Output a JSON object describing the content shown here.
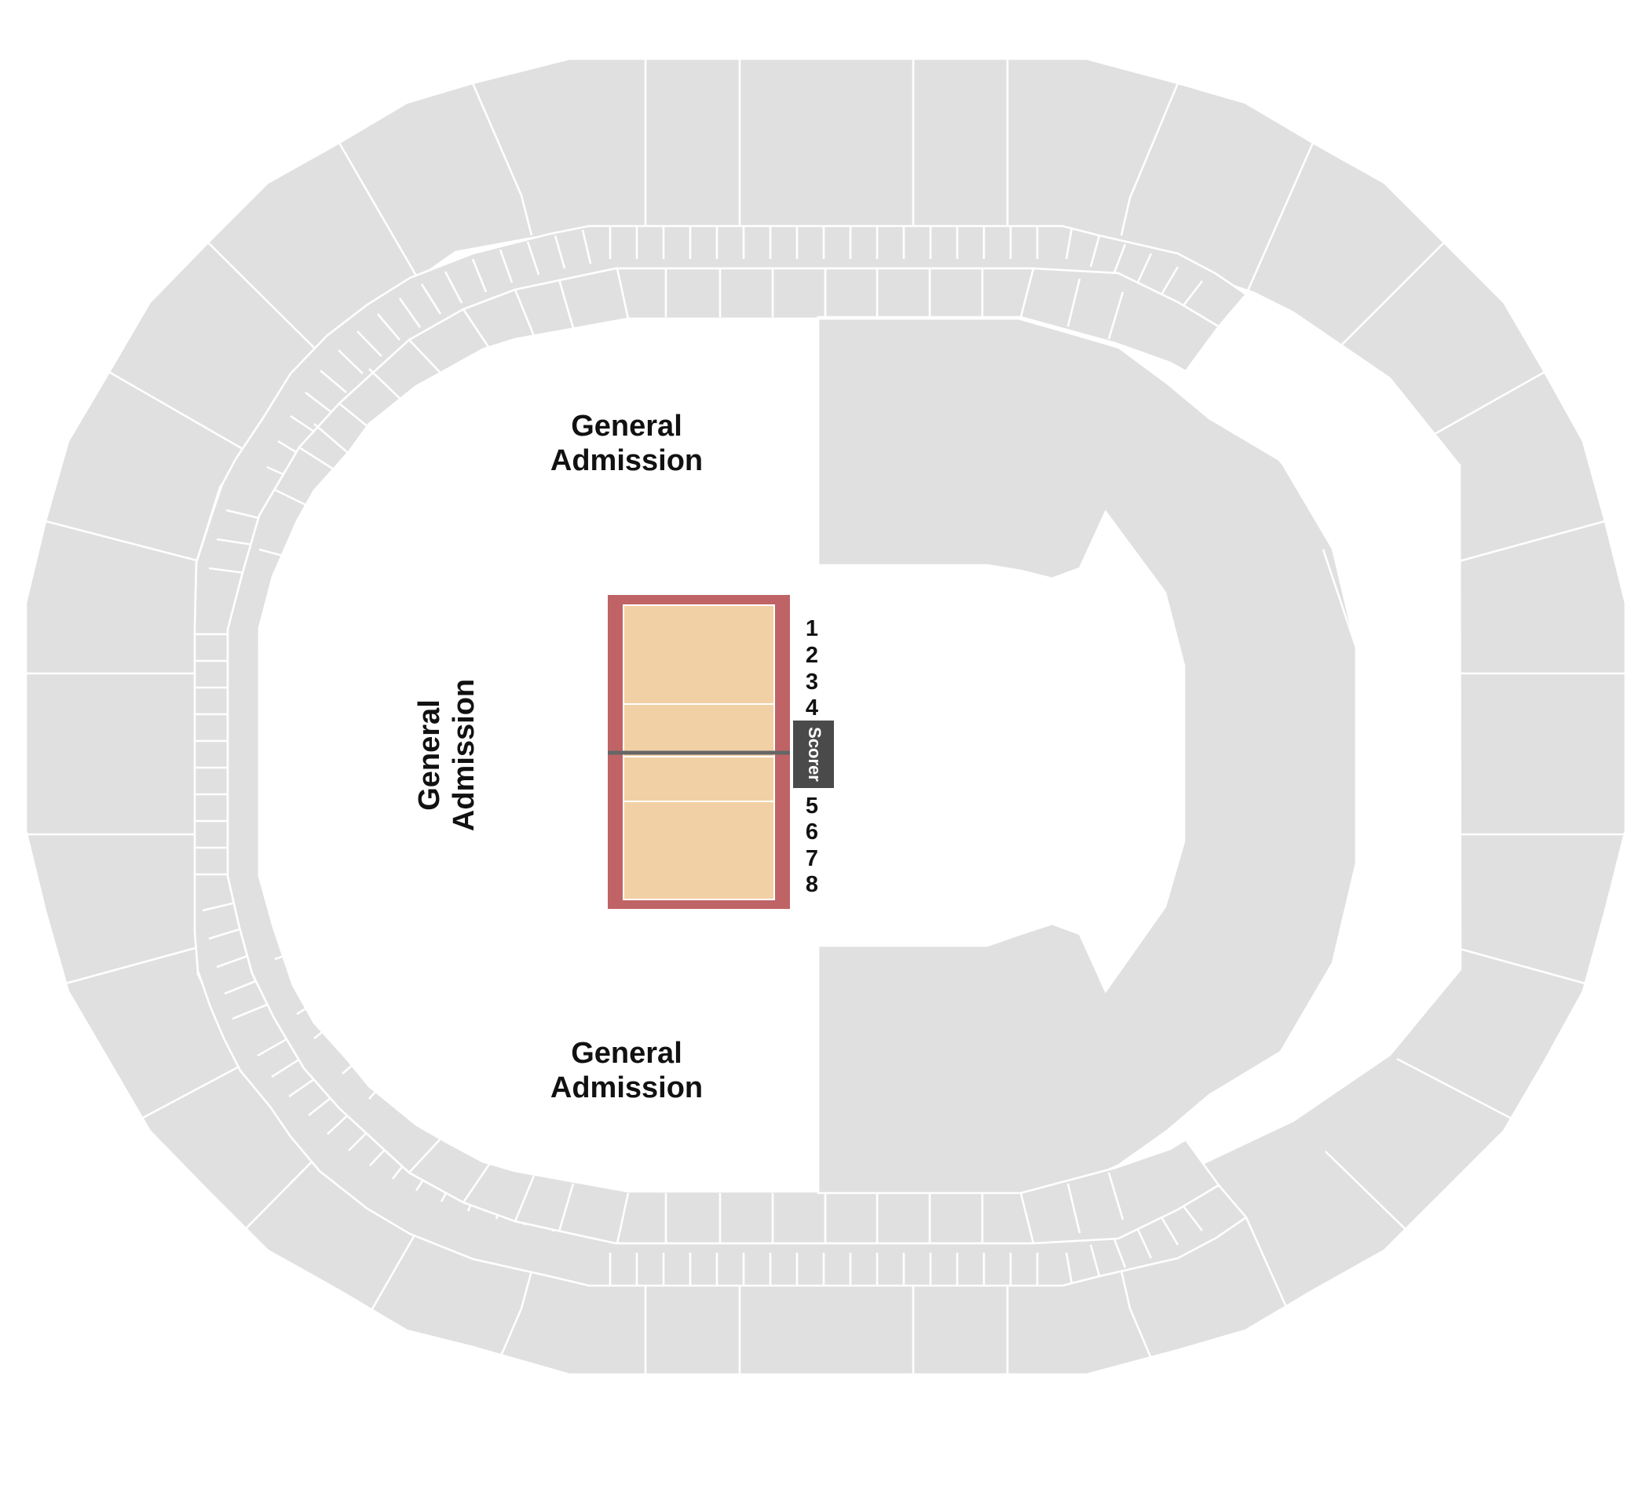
{
  "general_admission": {
    "top": "General\nAdmission",
    "left": "General\nAdmission",
    "bottom": "General\nAdmission"
  },
  "court": {
    "scorer_label": "Scorer",
    "rows_above": [
      "1",
      "2",
      "3",
      "4"
    ],
    "rows_below": [
      "5",
      "6",
      "7",
      "8"
    ]
  },
  "colors": {
    "section": "#e0e0e0",
    "section_lines": "#ffffff",
    "court_border": "#c06366",
    "court_surface": "#f2d0a5",
    "net": "#666666",
    "scorer_box": "#4a4a4a",
    "text": "#111111"
  }
}
